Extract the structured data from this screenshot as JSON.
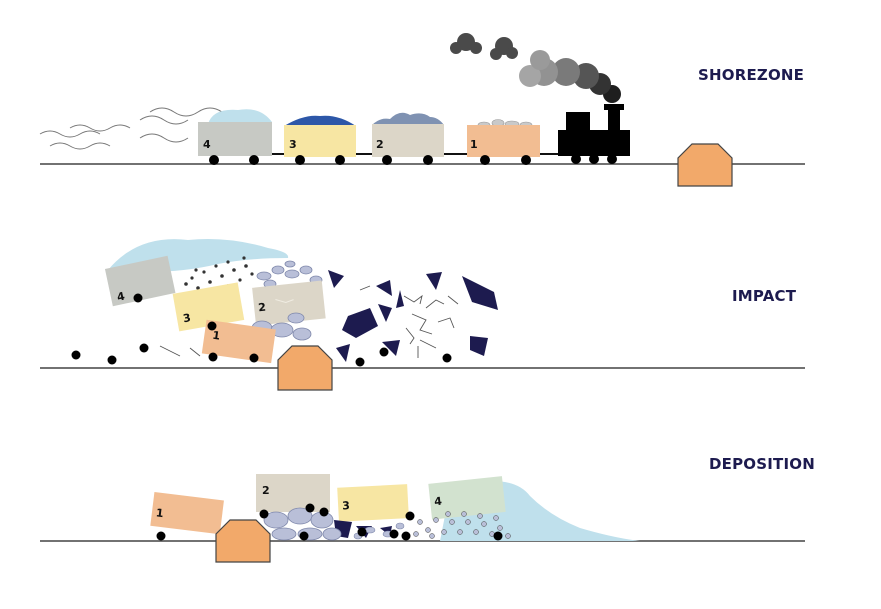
{
  "stages": [
    {
      "id": "shorezone",
      "label": "SHOREZONE"
    },
    {
      "id": "impact",
      "label": "IMPACT"
    },
    {
      "id": "deposition",
      "label": "DEPOSITION"
    }
  ],
  "car_numbers": [
    "1",
    "2",
    "3",
    "4"
  ],
  "colors": {
    "ground": "#444444",
    "car1": "#f2bd92",
    "car2": "#dcd6c8",
    "car3": "#f7e6a3",
    "car4": "#c7c9c4",
    "engine": "#000000",
    "smoke": "#4a4a4a",
    "ice": "#bfe0ec",
    "blocks": "#1d1b4f",
    "cobbles": "#b9bfd8",
    "barrier": "#f2a96a",
    "text": "#1d1b4f"
  }
}
